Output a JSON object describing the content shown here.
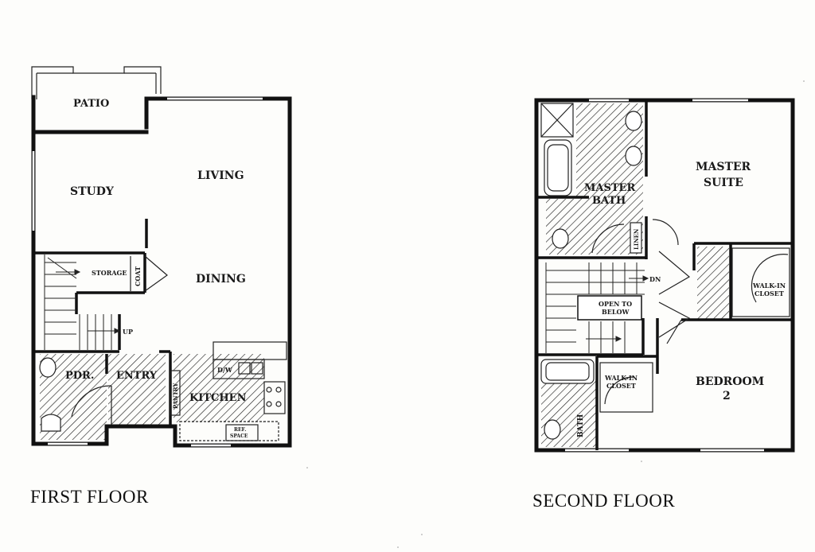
{
  "first_floor": {
    "title": "FIRST FLOOR",
    "rooms": {
      "patio": "PATIO",
      "study": "STUDY",
      "living": "LIVING",
      "dining": "DINING",
      "storage": "STORAGE",
      "coat": "COAT",
      "up": "UP",
      "pdr": "PDR.",
      "entry": "ENTRY",
      "kitchen": "KITCHEN",
      "pantry": "PANTRY",
      "dw": "D/W",
      "ref_space_1": "REF.",
      "ref_space_2": "SPACE"
    }
  },
  "second_floor": {
    "title": "SECOND FLOOR",
    "rooms": {
      "master_bath_1": "MASTER",
      "master_bath_2": "BATH",
      "master_suite_1": "MASTER",
      "master_suite_2": "SUITE",
      "linen": "LINEN",
      "dn": "DN",
      "open_to_below_1": "OPEN TO",
      "open_to_below_2": "BELOW",
      "walk_in_closet_1_a": "WALK-IN",
      "walk_in_closet_1_b": "CLOSET",
      "walk_in_closet_2_a": "WALK-IN",
      "walk_in_closet_2_b": "CLOSET",
      "bedroom_2_a": "BEDROOM",
      "bedroom_2_b": "2",
      "bath": "BATH"
    }
  },
  "colors": {
    "wall": "#111111",
    "hatch": "#222222",
    "paper": "#fdfdfb"
  }
}
